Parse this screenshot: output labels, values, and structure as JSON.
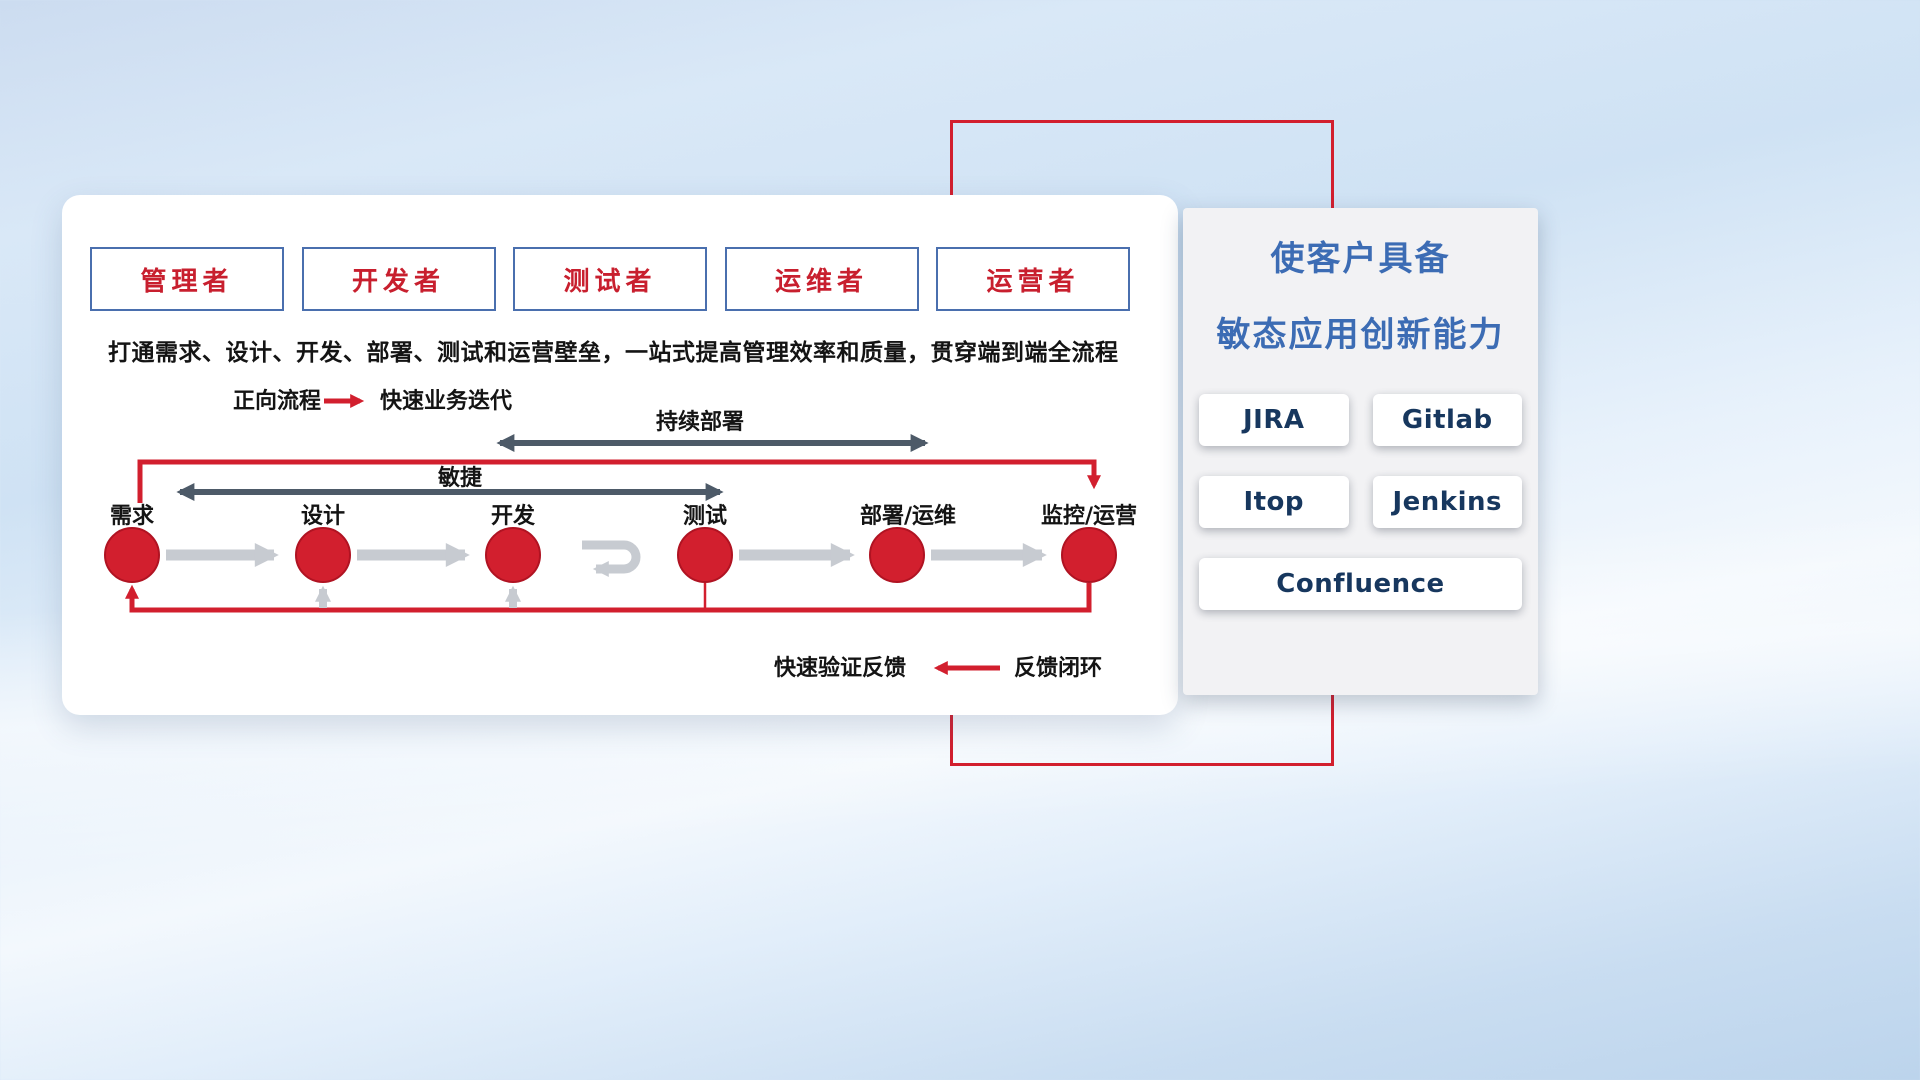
{
  "card": {
    "roles": [
      {
        "label": "管理者"
      },
      {
        "label": "开发者"
      },
      {
        "label": "测试者"
      },
      {
        "label": "运维者"
      },
      {
        "label": "运营者"
      }
    ],
    "subtitle": "打通需求、设计、开发、部署、测试和运营壁垒，一站式提高管理效率和质量，贯穿端到端全流程",
    "forward_legend": {
      "label": "正向流程",
      "caption": "快速业务迭代"
    },
    "feedback_legend": {
      "caption": "快速验证反馈",
      "label": "反馈闭环"
    },
    "spans": {
      "continuous_deploy": "持续部署",
      "agile": "敏捷"
    },
    "nodes": [
      {
        "label": "需求"
      },
      {
        "label": "设计"
      },
      {
        "label": "开发"
      },
      {
        "label": "测试"
      },
      {
        "label": "部署/运维"
      },
      {
        "label": "监控/运营"
      }
    ]
  },
  "panel": {
    "title_line1": "使客户具备",
    "title_line2": "敏态应用创新能力",
    "tools": [
      {
        "label": "JIRA"
      },
      {
        "label": "Gitlab"
      },
      {
        "label": "Itop"
      },
      {
        "label": "Jenkins"
      },
      {
        "label": "Confluence"
      }
    ]
  },
  "colors": {
    "accent_red": "#d21f2e",
    "title_blue": "#3c6cb4",
    "tool_text": "#17375e",
    "role_text": "#c81f2e",
    "role_border": "#4a6fae",
    "dark_arrow": "#4d5a68",
    "light_arrow": "#c7cbd1"
  }
}
